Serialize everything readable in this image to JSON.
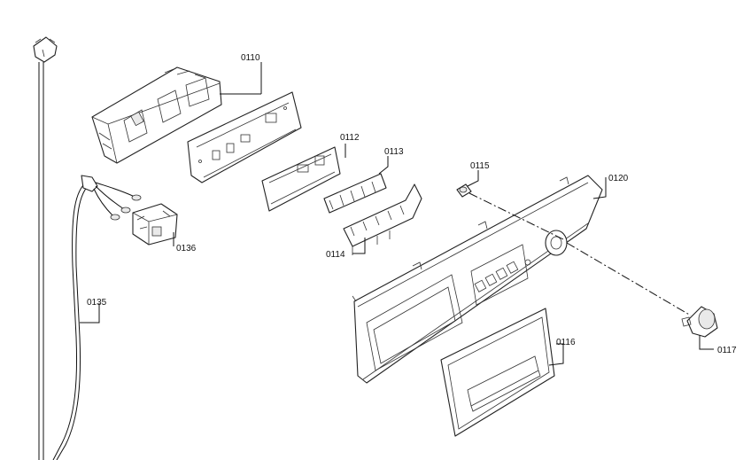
{
  "labels": [
    {
      "id": "p0110",
      "text": "0110"
    },
    {
      "id": "p0112",
      "text": "0112"
    },
    {
      "id": "p0113",
      "text": "0113"
    },
    {
      "id": "p0114",
      "text": "0114"
    },
    {
      "id": "p0115",
      "text": "0115"
    },
    {
      "id": "p0116",
      "text": "0116"
    },
    {
      "id": "p0117",
      "text": "0117"
    },
    {
      "id": "p0120",
      "text": "0120"
    },
    {
      "id": "p0135",
      "text": "0135"
    },
    {
      "id": "p0136",
      "text": "0136"
    }
  ]
}
